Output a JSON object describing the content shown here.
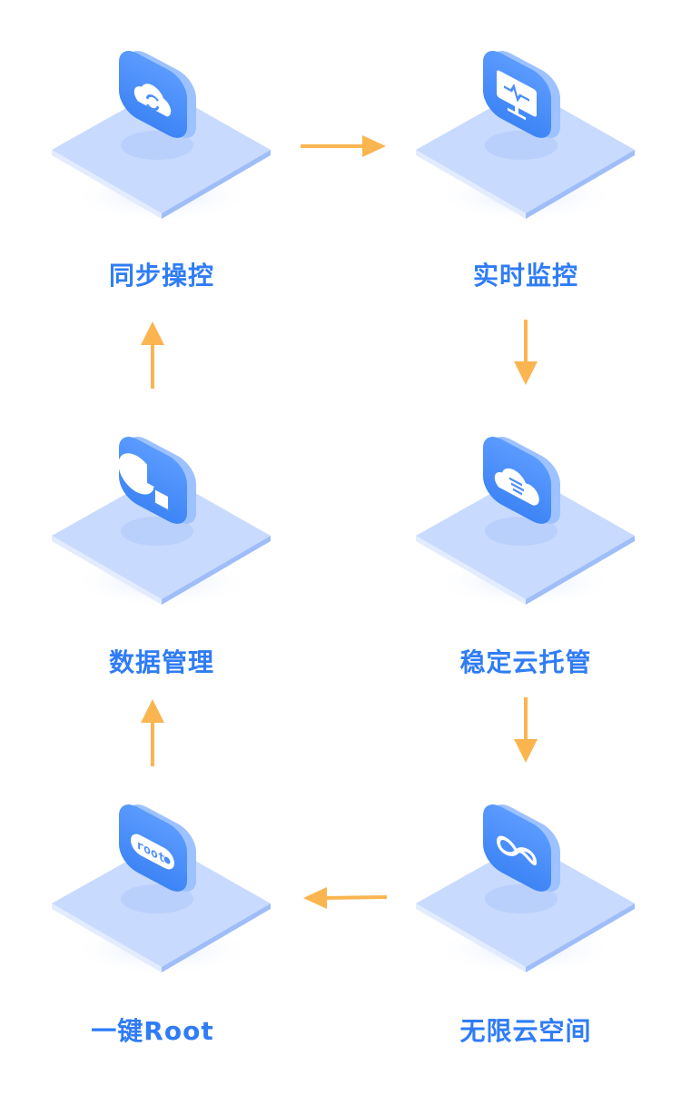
{
  "steps": [
    {
      "label": "同步操控",
      "icon": "cloud-sync-icon"
    },
    {
      "label": "实时监控",
      "icon": "monitor-pulse-icon"
    },
    {
      "label": "稳定云托管",
      "icon": "cloud-hand-icon"
    },
    {
      "label": "无限云空间",
      "icon": "infinity-icon"
    },
    {
      "label": "一键Root",
      "icon": "root-badge-icon",
      "badge": "root"
    },
    {
      "label": "数据管理",
      "icon": "pie-data-icon"
    }
  ],
  "colors": {
    "accent": "#2f7cf6",
    "arrow": "#fbb550",
    "platform": "#c8dafd",
    "tile": "#4a8ef8"
  }
}
